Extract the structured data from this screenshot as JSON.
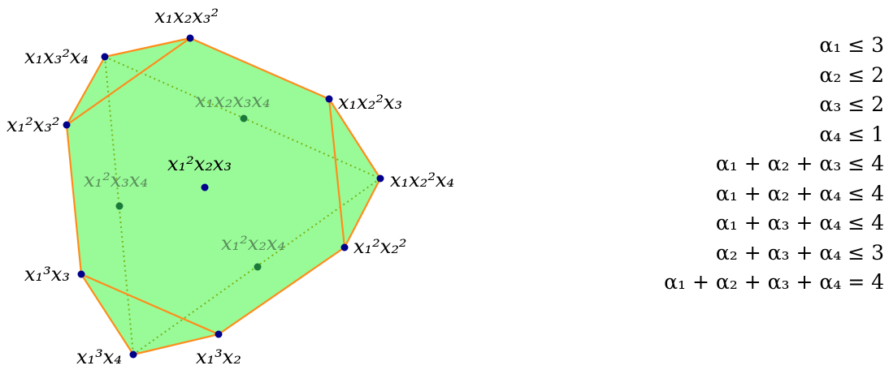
{
  "colors": {
    "fill": "#98fb98",
    "edge": "#ff8c1a",
    "outer_point": "#00008b",
    "inner_point": "#1b7a3a",
    "hidden_edge": "#7ab317"
  },
  "vertices": [
    {
      "id": "x1x2x3^2",
      "label": "x₁x₂x₃²"
    },
    {
      "id": "x1x3^2x4",
      "label": "x₁x₃²x₄"
    },
    {
      "id": "x1x2^2x3",
      "label": "x₁x₂²x₃"
    },
    {
      "id": "x1^2x3^2",
      "label": "x₁²x₃²"
    },
    {
      "id": "x1x2^2x4",
      "label": "x₁x₂²x₄"
    },
    {
      "id": "x1^2x2^2",
      "label": "x₁²x₂²"
    },
    {
      "id": "x1^3x3",
      "label": "x₁³x₃"
    },
    {
      "id": "x1^3x4",
      "label": "x₁³x₄"
    },
    {
      "id": "x1^3x2",
      "label": "x₁³x₂"
    },
    {
      "id": "x1^2x2x3",
      "label": "x₁²x₂x₃"
    },
    {
      "id": "x1x2x3x4",
      "label": "x₁x₂x₃x₄"
    },
    {
      "id": "x1^2x3x4",
      "label": "x₁²x₃x₄"
    },
    {
      "id": "x1^2x2x4",
      "label": "x₁²x₂x₄"
    }
  ],
  "constraints": [
    "α₁ ≤ 3",
    "α₂ ≤ 2",
    "α₃ ≤ 2",
    "α₄ ≤ 1",
    "α₁ + α₂ + α₃ ≤ 4",
    "α₁ + α₂ + α₄ ≤ 4",
    "α₁ + α₃ + α₄ ≤ 4",
    "α₂ + α₃ + α₄ ≤ 3",
    "α₁ + α₂ + α₃ + α₄ = 4"
  ]
}
